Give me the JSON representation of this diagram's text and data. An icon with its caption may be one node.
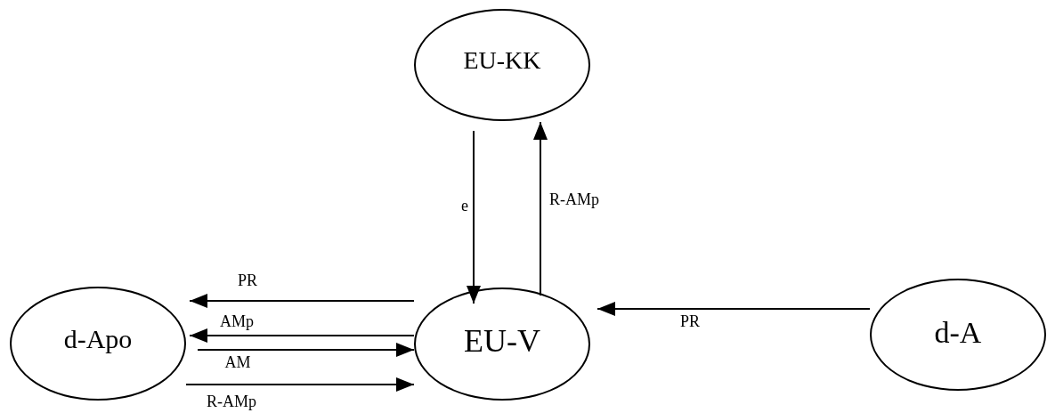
{
  "diagram": {
    "nodes": [
      {
        "text": [
          "EU-KK"
        ]
      },
      {
        "text": [
          "EU-V"
        ]
      },
      {
        "text": [
          "d-Apo"
        ]
      },
      {
        "text": [
          "d-A"
        ]
      }
    ],
    "edges": [
      {
        "from": 0,
        "to": 1,
        "arrow": "to",
        "label": "e"
      },
      {
        "from": 1,
        "to": 0,
        "arrow": "to",
        "label": "R-AMp"
      },
      {
        "from": 3,
        "to": 1,
        "arrow": "to",
        "label": "PR"
      },
      {
        "from": 1,
        "to": 2,
        "arrow": "to",
        "label": "PR"
      },
      {
        "from": 1,
        "to": 2,
        "arrow": "to",
        "label": "AMp"
      },
      {
        "from": 2,
        "to": 1,
        "arrow": "to",
        "label": "AM"
      },
      {
        "from": 2,
        "to": 1,
        "arrow": "to",
        "label": "R-AMp"
      }
    ]
  }
}
